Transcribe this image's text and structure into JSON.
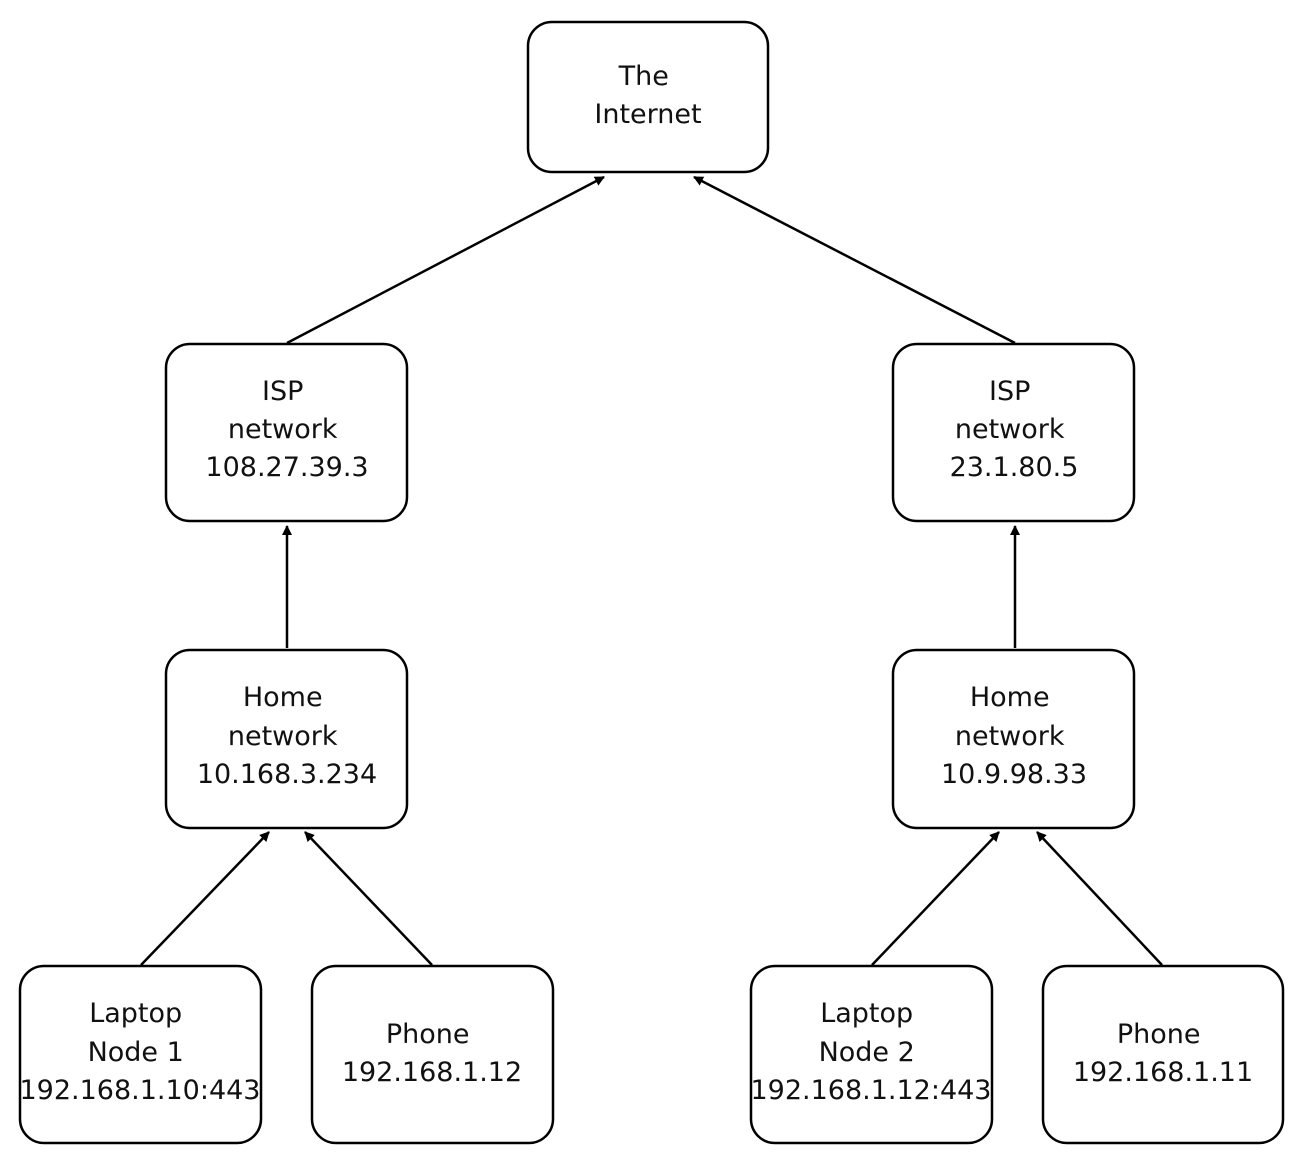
{
  "diagram": {
    "nodes": {
      "internet": {
        "lines": [
          "The",
          "Internet"
        ]
      },
      "isp_left": {
        "lines": [
          "ISP",
          "network",
          "108.27.39.3"
        ]
      },
      "isp_right": {
        "lines": [
          "ISP",
          "network",
          "23.1.80.5"
        ]
      },
      "home_left": {
        "lines": [
          "Home",
          "network",
          "10.168.3.234"
        ]
      },
      "home_right": {
        "lines": [
          "Home",
          "network",
          "10.9.98.33"
        ]
      },
      "laptop_1": {
        "lines": [
          "Laptop",
          "Node 1",
          "192.168.1.10:443"
        ]
      },
      "phone_left": {
        "lines": [
          "Phone",
          "192.168.1.12"
        ]
      },
      "laptop_2": {
        "lines": [
          "Laptop",
          "Node 2",
          "192.168.1.12:443"
        ]
      },
      "phone_right": {
        "lines": [
          "Phone",
          "192.168.1.11"
        ]
      }
    },
    "edges": [
      {
        "from": "isp_left",
        "to": "internet"
      },
      {
        "from": "isp_right",
        "to": "internet"
      },
      {
        "from": "home_left",
        "to": "isp_left"
      },
      {
        "from": "home_right",
        "to": "isp_right"
      },
      {
        "from": "laptop_1",
        "to": "home_left"
      },
      {
        "from": "phone_left",
        "to": "home_left"
      },
      {
        "from": "laptop_2",
        "to": "home_right"
      },
      {
        "from": "phone_right",
        "to": "home_right"
      }
    ]
  }
}
